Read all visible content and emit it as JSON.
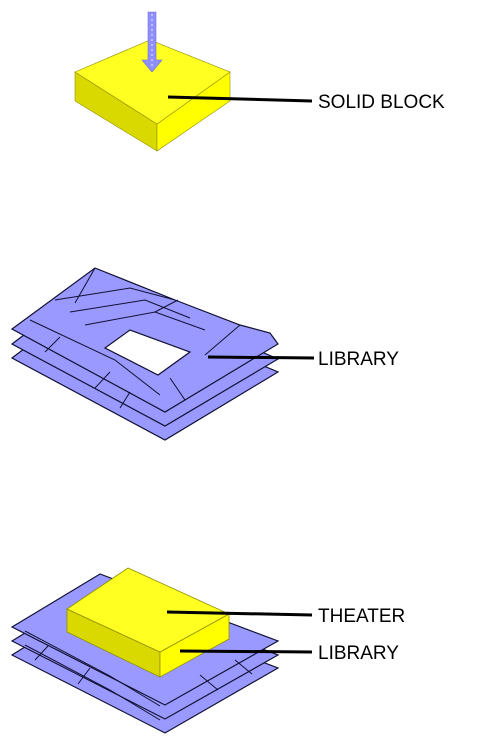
{
  "colors": {
    "block_fill": "#ffff00",
    "block_top": "#ffff11",
    "block_side": "#d8d800",
    "block_edge": "#999900",
    "plate_fill": "#9999ff",
    "plate_edge": "#222233",
    "arrow_fill": "#8f8fff",
    "leader_line": "#000000"
  },
  "diagram": {
    "solid_block": {
      "label": "SOLID BLOCK",
      "icon": "down-arrow-icon"
    },
    "library_top": {
      "label": "LIBRARY"
    },
    "theater_stack": {
      "theater_label": "THEATER",
      "library_label": "LIBRARY"
    }
  }
}
